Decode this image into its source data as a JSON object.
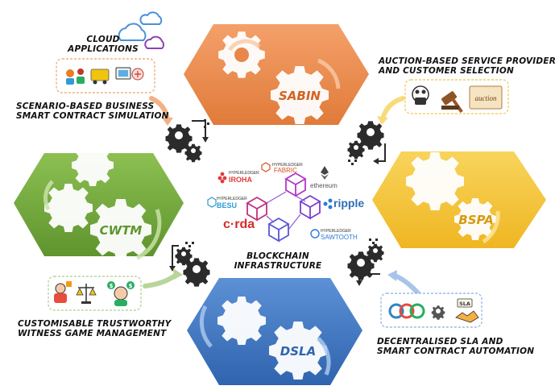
{
  "hexagons": {
    "sabin": "SABIN",
    "bspa": "BSPA",
    "dsla": "DSLA",
    "cwtm": "CWTM"
  },
  "labels": {
    "cloud": [
      "CLOUD",
      "APPLICATIONS"
    ],
    "scenario": [
      "SCENARIO-BASED BUSINESS",
      "SMART CONTRACT SIMULATION"
    ],
    "auction": [
      "AUCTION-BASED SERVICE PROVIDER",
      "AND CUSTOMER SELECTION"
    ],
    "witness": [
      "CUSTOMISABLE TRUSTWORTHY",
      "WITNESS GAME MANAGEMENT"
    ],
    "sla": [
      "DECENTRALISED SLA AND",
      "SMART CONTRACT AUTOMATION"
    ],
    "blockchain": [
      "BLOCKCHAIN",
      "INFRASTRUCTURE"
    ]
  },
  "logos": {
    "iroha_small": "HYPERLEDGER",
    "iroha": "IROHA",
    "fabric_small": "HYPERLEDGER",
    "fabric": "FABRIC",
    "ethereum": "ethereum",
    "besu_small": "HYPERLEDGER",
    "besu": "BESU",
    "ripple": "ripple",
    "corda": "c·rda",
    "sawtooth_small": "HYPERLEDGER",
    "sawtooth": "SAWTOOTH"
  },
  "auction_text": "auction",
  "sla_badge": "SLA",
  "colors": {
    "sabin": "#e8874a",
    "bspa": "#f4c235",
    "dsla": "#3f78c4",
    "cwtm": "#72a83c",
    "hex_text": "#ffffff",
    "label_text": "#111111"
  }
}
